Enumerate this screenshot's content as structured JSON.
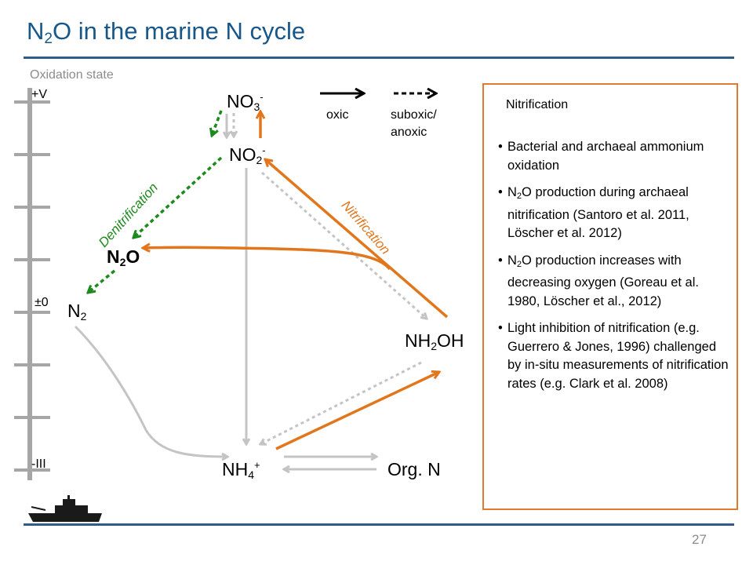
{
  "slide": {
    "title_pre": "N",
    "title_sub": "2",
    "title_post": "O in the marine N cycle",
    "subtitle": "Oxidation state",
    "page_number": "27"
  },
  "scale": {
    "top": "+V",
    "middle": "±0",
    "bottom": "-III"
  },
  "species": {
    "no3": {
      "base": "NO",
      "sub": "3",
      "sup": "-"
    },
    "no2": {
      "base": "NO",
      "sub": "2",
      "sup": "-"
    },
    "n2o": {
      "base": "N",
      "sub": "2",
      "post": "O"
    },
    "n2": {
      "base": "N",
      "sub": "2"
    },
    "nh2oh": {
      "base": "NH",
      "sub": "2",
      "post": "OH"
    },
    "nh4": {
      "base": "NH",
      "sub": "4",
      "sup": "+"
    },
    "org_n": "Org. N"
  },
  "legend": {
    "oxic": "oxic",
    "suboxic_line1": "suboxic/",
    "suboxic_line2": "anoxic"
  },
  "process_labels": {
    "denitrification": "Denitrification",
    "nitrification": "Nitrification"
  },
  "info_box": {
    "heading": "Nitrification",
    "bullet1": "Bacterial and archaeal ammonium oxidation",
    "bullet2_pre": "N",
    "bullet2_sub": "2",
    "bullet2_post": "O production during archaeal nitrification (Santoro et al. 2011, Löscher et al. 2012)",
    "bullet3_pre": "N",
    "bullet3_sub": "2",
    "bullet3_post": "O production increases with decreasing oxygen (Goreau et al. 1980, Löscher et al., 2012)",
    "bullet4": "Light inhibition of nitrification (e.g. Guerrero & Jones, 1996) challenged by in-situ measurements of nitrification rates (e.g. Clark et al. 2008)"
  },
  "colors": {
    "orange": "#e2761d",
    "green": "#1d8a1d",
    "gray": "#c4c4c4",
    "blue_rule": "#2f5d8a",
    "title_blue": "#17578a"
  },
  "icons": {
    "ship": "research-vessel-silhouette"
  }
}
